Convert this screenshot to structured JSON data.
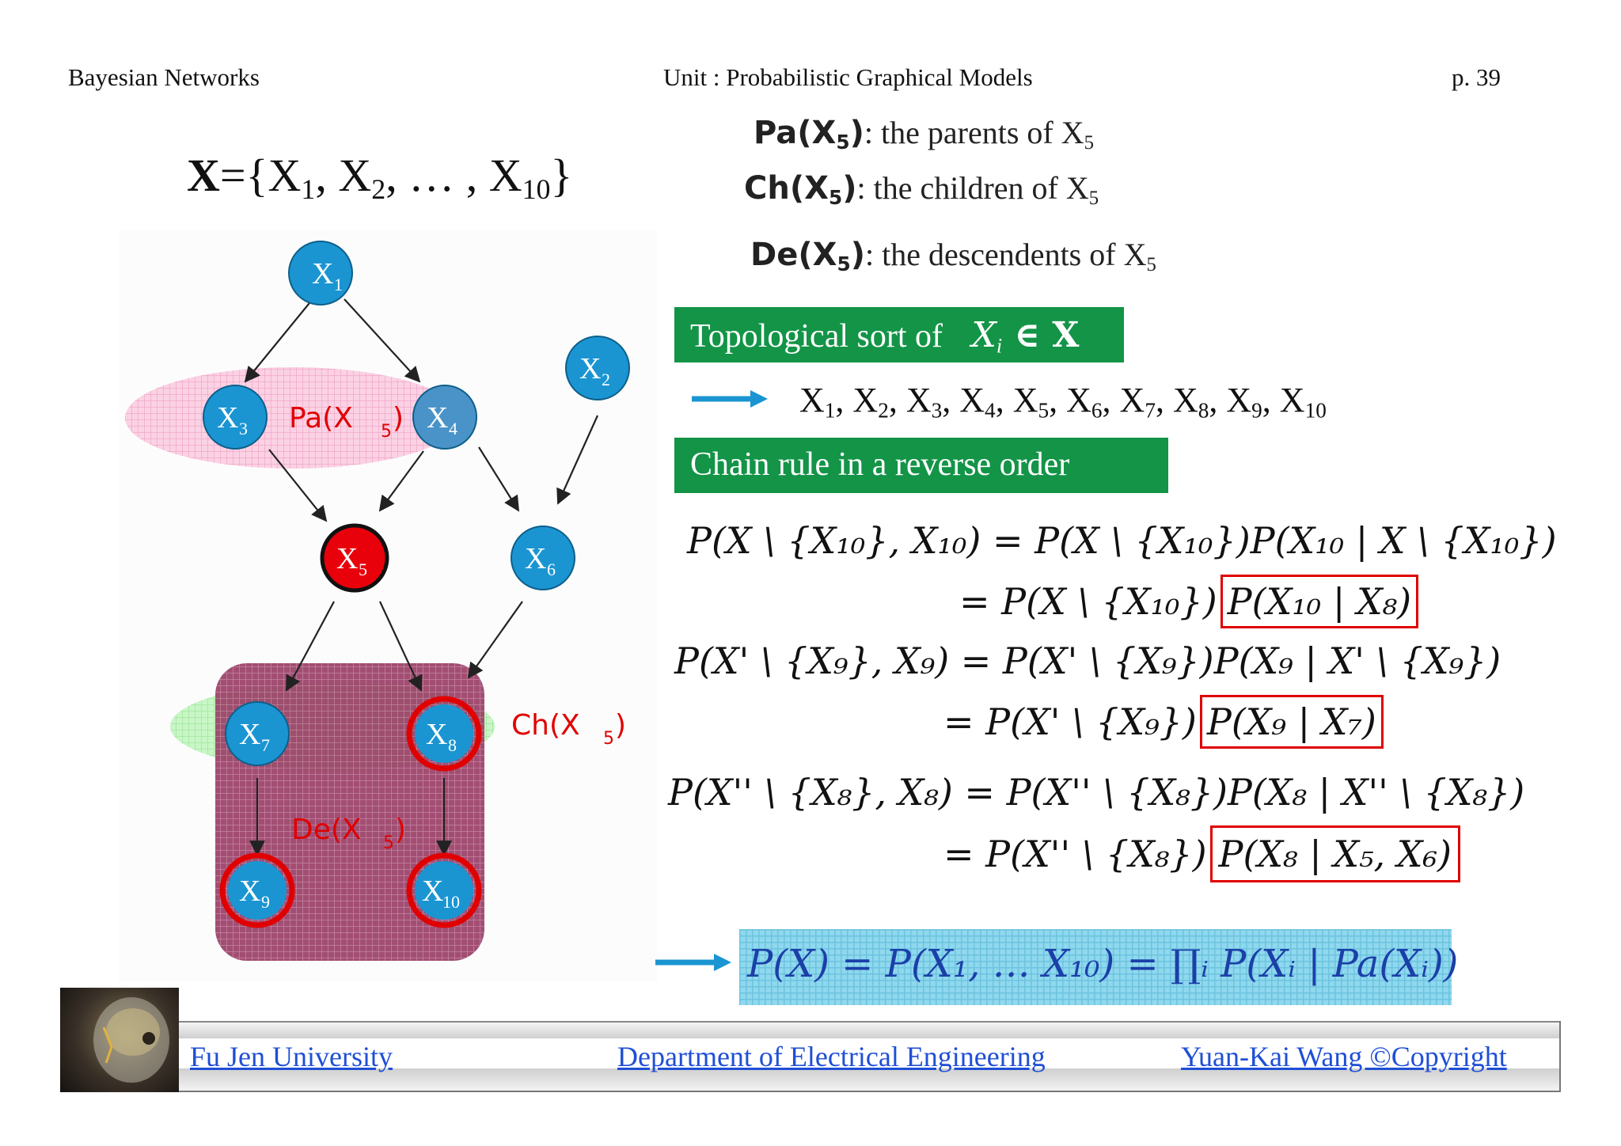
{
  "header": {
    "left": "Bayesian Networks",
    "center": "Unit : Probabilistic Graphical Models",
    "page": "p.  39"
  },
  "set_def": {
    "bold": "X",
    "rest": "={X",
    "s1": "1",
    "c1": ", X",
    "s2": "2",
    "c2": ", … , X",
    "s3": "10",
    "close": "}"
  },
  "graph": {
    "nodes": [
      {
        "id": "X1",
        "main": "X",
        "sub": "1"
      },
      {
        "id": "X2",
        "main": "X",
        "sub": "2"
      },
      {
        "id": "X3",
        "main": "X",
        "sub": "3"
      },
      {
        "id": "X4",
        "main": "X",
        "sub": "4"
      },
      {
        "id": "X5",
        "main": "X",
        "sub": "5"
      },
      {
        "id": "X6",
        "main": "X",
        "sub": "6"
      },
      {
        "id": "X7",
        "main": "X",
        "sub": "7"
      },
      {
        "id": "X8",
        "main": "X",
        "sub": "8"
      },
      {
        "id": "X9",
        "main": "X",
        "sub": "9"
      },
      {
        "id": "X10",
        "main": "X",
        "sub": "10"
      }
    ],
    "pa_label": {
      "pre": "Pa(X",
      "sub": "5",
      "post": ")"
    },
    "ch_label": {
      "pre": "Ch(X",
      "sub": "5",
      "post": ")"
    },
    "de_label": {
      "pre": "De(X",
      "sub": "5",
      "post": ")"
    }
  },
  "definitions": [
    {
      "label_pre": "Pa(X",
      "label_sub": "5",
      "label_post": ")",
      "text": ": the parents of X",
      "text_sub": "5"
    },
    {
      "label_pre": "Ch(X",
      "label_sub": "5",
      "label_post": ")",
      "text": ": the children of X",
      "text_sub": "5"
    },
    {
      "label_pre": "De(X",
      "label_sub": "5",
      "label_post": ")",
      "text": ": the descendents of X",
      "text_sub": "5"
    }
  ],
  "topo_box": {
    "text": "Topological sort of",
    "math_x": "X",
    "math_i": "i",
    "math_rest": " ∈ X"
  },
  "topo_order": [
    {
      "v": "X",
      "s": "1"
    },
    {
      "v": "X",
      "s": "2"
    },
    {
      "v": "X",
      "s": "3"
    },
    {
      "v": "X",
      "s": "4"
    },
    {
      "v": "X",
      "s": "5"
    },
    {
      "v": "X",
      "s": "6"
    },
    {
      "v": "X",
      "s": "7"
    },
    {
      "v": "X",
      "s": "8"
    },
    {
      "v": "X",
      "s": "9"
    },
    {
      "v": "X",
      "s": "10"
    }
  ],
  "chain_box": "Chain rule in a reverse order",
  "equations": {
    "eq1a": "P(X \\ {X₁₀}, X₁₀) = P(X \\ {X₁₀})P(X₁₀ | X \\ {X₁₀})",
    "eq1b_pre": "= P(X \\ {X₁₀})",
    "eq1b_box": "P(X₁₀ | X₈)",
    "eq2a": "P(X' \\ {X₉}, X₉) = P(X' \\ {X₉})P(X₉ | X' \\ {X₉})",
    "eq2b_pre": "= P(X' \\ {X₉})",
    "eq2b_box": "P(X₉ | X₇)",
    "eq3a": "P(X'' \\ {X₈}, X₈) = P(X'' \\ {X₈})P(X₈ | X'' \\ {X₈})",
    "eq3b_pre": "= P(X'' \\ {X₈})",
    "eq3b_box": "P(X₈ | X₅, X₆)",
    "final": "P(X) = P(X₁, … X₁₀) = ∏ᵢ P(Xᵢ | Pa(Xᵢ))"
  },
  "footer": {
    "left": "Fu Jen University",
    "center": "Department of Electrical Engineering",
    "right": "Yuan-Kai Wang ©Copyright"
  },
  "colors": {
    "node_blue": "#1a95d2",
    "node_red": "#e8000b",
    "green_box": "#139447",
    "red_box": "#e00000",
    "footer_link": "#1f4fd6",
    "arrow_blue": "#1a95d2"
  }
}
